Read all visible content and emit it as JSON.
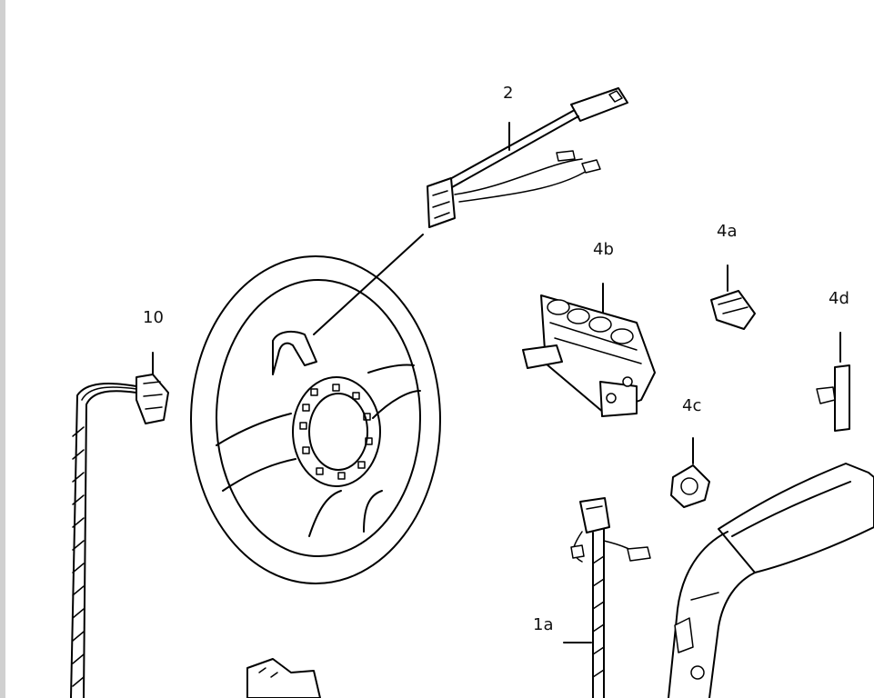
{
  "diagram": {
    "callouts": [
      {
        "id": "part-2",
        "label": "2"
      },
      {
        "id": "part-4b",
        "label": "4b"
      },
      {
        "id": "part-4a",
        "label": "4a"
      },
      {
        "id": "part-4d",
        "label": "4d"
      },
      {
        "id": "part-10",
        "label": "10"
      },
      {
        "id": "part-4c",
        "label": "4c"
      },
      {
        "id": "part-1a",
        "label": "1a"
      }
    ]
  }
}
